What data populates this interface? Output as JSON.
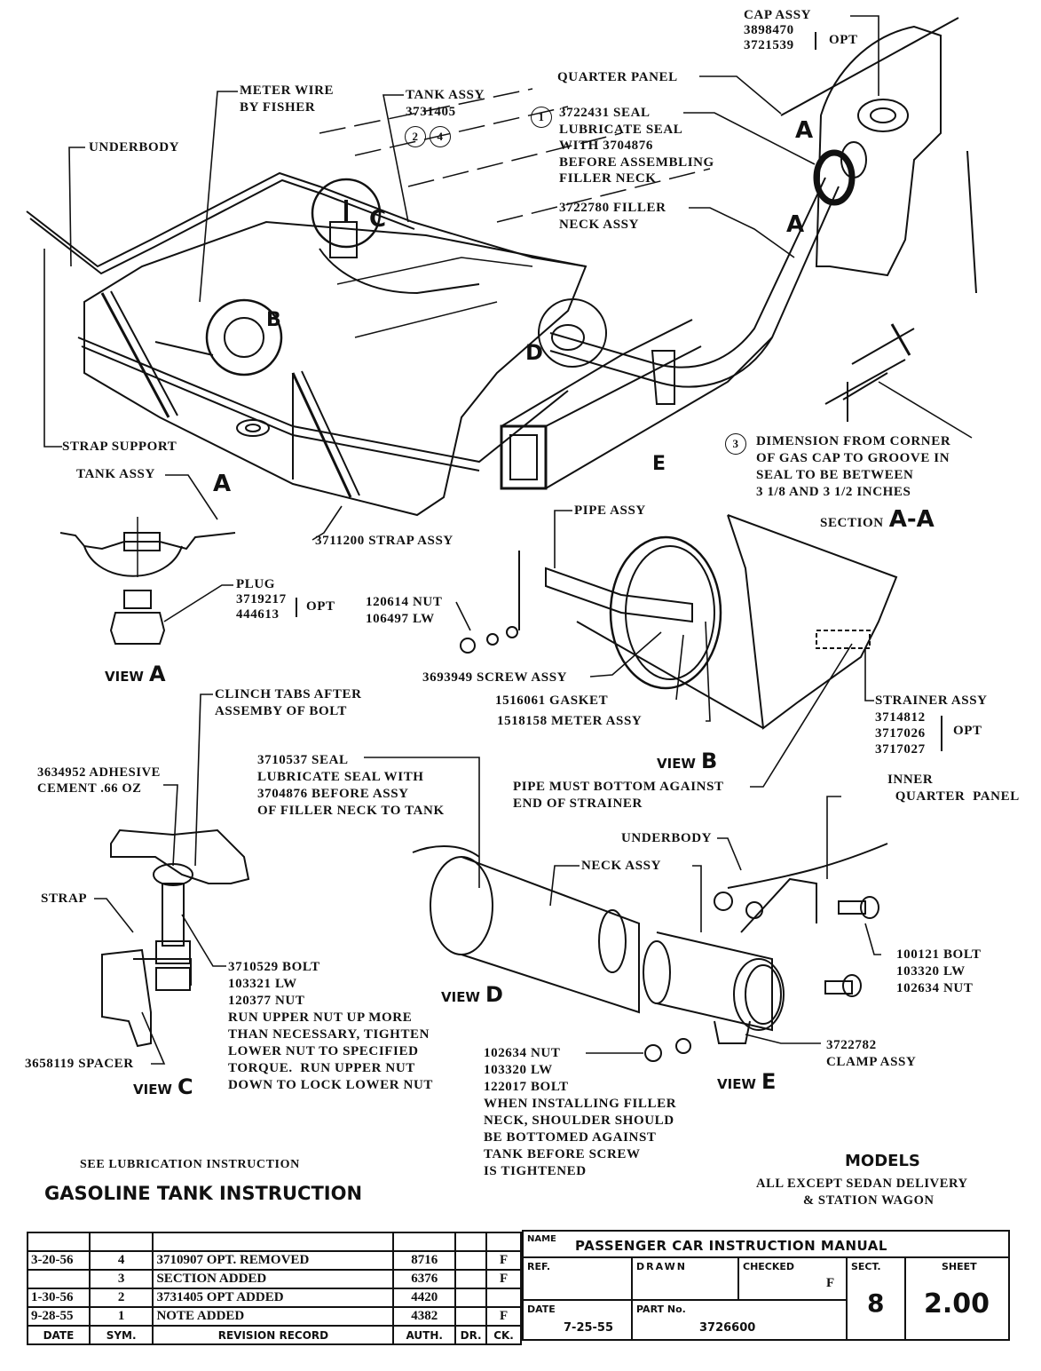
{
  "diagram": {
    "title": "GASOLINE TANK INSTRUCTION",
    "subtitle": "SEE LUBRICATION INSTRUCTION",
    "models": {
      "heading": "MODELS",
      "line1": "ALL EXCEPT SEDAN DELIVERY",
      "line2": "& STATION WAGON"
    },
    "callouts": {
      "cap_assy": "CAP ASSY",
      "cap_opt_1": "3898470",
      "cap_opt_2": "3721539",
      "opt": "OPT",
      "quarter_panel": "QUARTER PANEL",
      "seal_note": "3722431 SEAL\nLUBRICATE SEAL\nWITH 3704876\nBEFORE ASSEMBLING\nFILLER NECK",
      "seal_note_circle": "1",
      "filler_neck": "3722780 FILLER\nNECK ASSY",
      "meter_wire": "METER WIRE\nBY FISHER",
      "tank_assy_top": "TANK ASSY\n3731405",
      "tank_circle_a": "2",
      "tank_circle_b": "4",
      "underbody_top": "UNDERBODY",
      "strap_support": "STRAP SUPPORT",
      "tank_assy_view_a": "TANK ASSY",
      "strap_assy": "3711200 STRAP ASSY",
      "dimension_circle": "3",
      "dimension_note": "DIMENSION FROM CORNER\nOF GAS CAP TO GROOVE IN\nSEAL TO BE BETWEEN\n3 1/8 AND 3 1/2 INCHES",
      "plug": "PLUG",
      "plug_opt_1": "3719217",
      "plug_opt_2": "444613",
      "nut_lw": "120614 NUT\n106497 LW",
      "pipe_assy": "PIPE ASSY",
      "screw_assy": "3693949 SCREW ASSY",
      "gasket": "1516061 GASKET",
      "meter_assy": "1518158 METER ASSY",
      "strainer_assy": "STRAINER ASSY",
      "strainer_opt_1": "3714812",
      "strainer_opt_2": "3717026",
      "strainer_opt_3": "3717027",
      "pipe_note": "PIPE MUST BOTTOM AGAINST\nEND OF STRAINER",
      "inner_quarter_panel": "INNER\n  QUARTER  PANEL",
      "clinch_tabs": "CLINCH TABS AFTER\nASSEMBY OF BOLT",
      "adhesive": "3634952 ADHESIVE\nCEMENT .66 OZ",
      "strap": "STRAP",
      "bolt_note": "3710529 BOLT\n103321 LW\n120377 NUT\nRUN UPPER NUT UP MORE\nTHAN NECESSARY, TIGHTEN\nLOWER NUT TO SPECIFIED\nTORQUE.  RUN UPPER NUT\nDOWN TO LOCK LOWER NUT",
      "spacer": "3658119 SPACER",
      "seal_d_note": "3710537 SEAL\nLUBRICATE SEAL WITH\n3704876 BEFORE ASSY\nOF FILLER NECK TO TANK",
      "underbody_e": "UNDERBODY",
      "neck_assy": "NECK ASSY",
      "bolt_e": "100121 BOLT\n103320 LW\n102634 NUT",
      "clamp_assy": "3722782\nCLAMP ASSY",
      "nut_e_note": "102634 NUT\n103320 LW\n122017 BOLT\nWHEN INSTALLING FILLER\nNECK, SHOULDER SHOULD\nBE BOTTOMED AGAINST\nTANK BEFORE SCREW\nIS TIGHTENED"
    },
    "view_labels": {
      "view_word": "VIEW",
      "a": "A",
      "b": "B",
      "c": "C",
      "d": "D",
      "e": "E",
      "section_word": "SECTION",
      "section_id": "A-A"
    },
    "markers": {
      "a1": "A",
      "a2": "A",
      "a3": "A",
      "b": "B",
      "c": "C",
      "d": "D",
      "e": "E"
    }
  },
  "revision_table": {
    "headers": [
      "DATE",
      "SYM.",
      "REVISION RECORD",
      "AUTH.",
      "DR.",
      "CK."
    ],
    "rows": [
      {
        "date": "",
        "sym": "",
        "record": "",
        "auth": "",
        "dr": "",
        "ck": ""
      },
      {
        "date": "3-20-56",
        "sym": "4",
        "record": "3710907 OPT.  REMOVED",
        "auth": "8716",
        "dr": "",
        "ck": "F"
      },
      {
        "date": "",
        "sym": "3",
        "record": "SECTION ADDED",
        "auth": "6376",
        "dr": "",
        "ck": "F"
      },
      {
        "date": "1-30-56",
        "sym": "2",
        "record": "3731405 OPT ADDED",
        "auth": "4420",
        "dr": "",
        "ck": ""
      },
      {
        "date": "9-28-55",
        "sym": "1",
        "record": "NOTE ADDED",
        "auth": "4382",
        "dr": "",
        "ck": "F"
      }
    ]
  },
  "title_block": {
    "name_label": "NAME",
    "name_value": "PASSENGER CAR INSTRUCTION MANUAL",
    "ref_label": "REF.",
    "ref_value": "",
    "drawn_label": "DRAWN",
    "drawn_value": "",
    "checked_label": "CHECKED",
    "checked_value": "F",
    "sect_label": "SECT.",
    "sect_value": "8",
    "sheet_label": "SHEET",
    "sheet_value": "2.00",
    "date_label": "DATE",
    "date_value": "7-25-55",
    "part_label": "PART No.",
    "part_value": "3726600"
  }
}
